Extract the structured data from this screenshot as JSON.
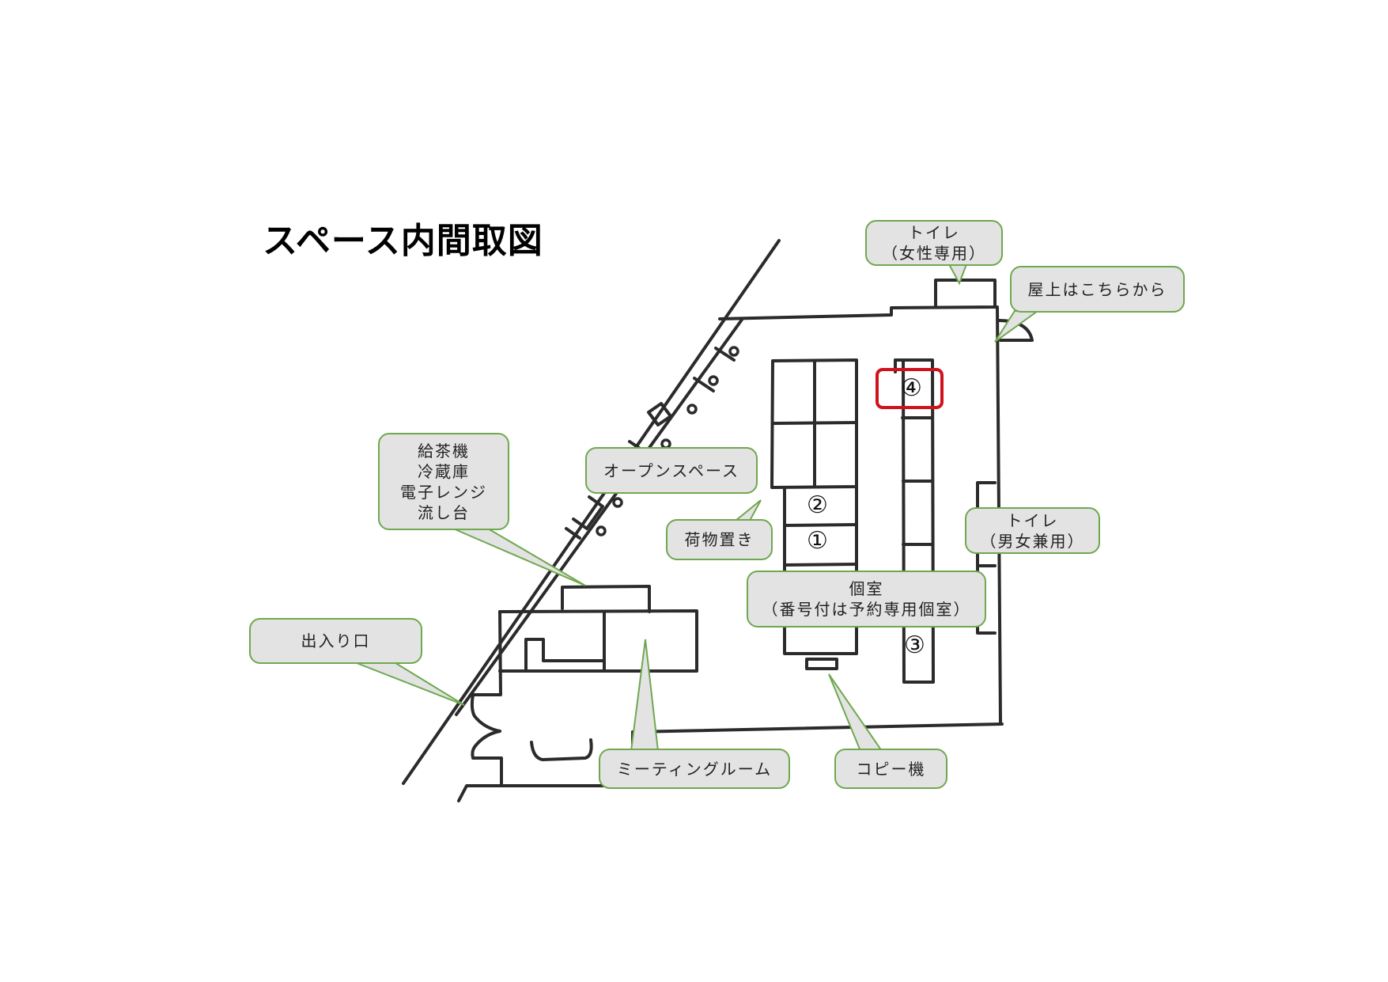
{
  "title": "スペース内間取図",
  "colors": {
    "bubble_fill": "#e3e3e3",
    "bubble_border": "#6fa84f",
    "highlight": "#d0121b",
    "wall": "#2b2b2b"
  },
  "callouts": {
    "toilet_women": {
      "line1": "トイレ",
      "line2": "（女性専用）"
    },
    "rooftop": {
      "line1": "屋上はこちらから"
    },
    "kitchen": {
      "line1": "給茶機",
      "line2": "冷蔵庫",
      "line3": "電子レンジ",
      "line4": "流し台"
    },
    "open_space": {
      "line1": "オープンスペース"
    },
    "luggage": {
      "line1": "荷物置き"
    },
    "toilet_unisex": {
      "line1": "トイレ",
      "line2": "（男女兼用）"
    },
    "private_room": {
      "line1": "個室",
      "line2": "（番号付は予約専用個室）"
    },
    "entrance": {
      "line1": "出入り口"
    },
    "meeting_room": {
      "line1": "ミーティングルーム"
    },
    "copier": {
      "line1": "コピー機"
    }
  },
  "rooms": {
    "room_1": "①",
    "room_2": "②",
    "room_3": "③",
    "room_4": "④"
  },
  "highlighted_room": "④"
}
